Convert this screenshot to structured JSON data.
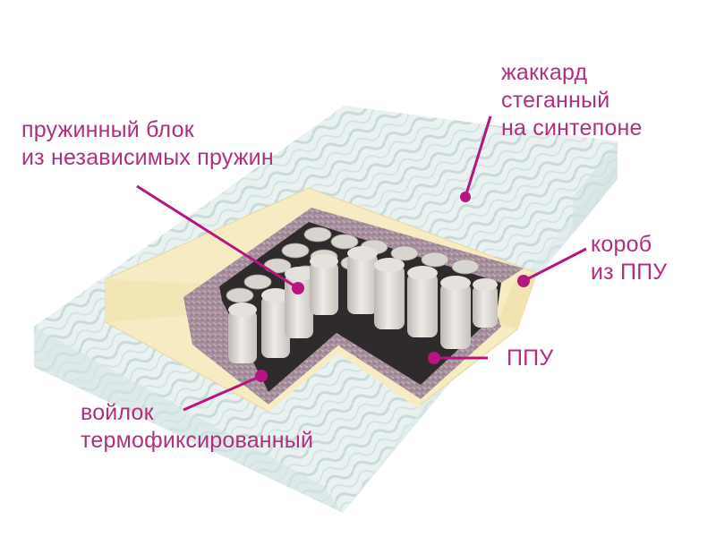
{
  "diagram": {
    "subject": "mattress cross-section",
    "accent_color": "#b5167f",
    "colors": {
      "quilted_cover": "#e8f1f0",
      "quilt_shadow": "#c9dcdc",
      "foam": "#f7ecc4",
      "foam_edge": "#e8d9a6",
      "felt": "#a28a98",
      "spring": "#dedad5",
      "cavity": "#2f2a2c"
    }
  },
  "labels": [
    {
      "id": "jacquard",
      "lines": [
        "жаккард",
        "стеганный",
        "на синтепоне"
      ]
    },
    {
      "id": "spring-block",
      "lines": [
        "пружинный блок",
        "из независимых пружин"
      ]
    },
    {
      "id": "foam-box",
      "lines": [
        "короб",
        "из ППУ"
      ]
    },
    {
      "id": "foam",
      "lines": [
        "ППУ"
      ]
    },
    {
      "id": "felt",
      "lines": [
        "войлок",
        "термофиксированный"
      ]
    }
  ]
}
